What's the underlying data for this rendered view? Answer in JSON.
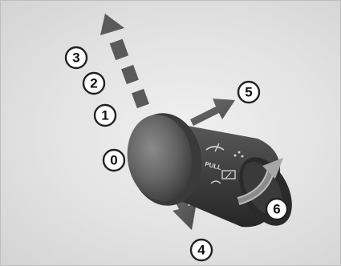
{
  "diagram": {
    "stalk_label": "PULL",
    "callouts": {
      "position_0": "0",
      "position_1": "1",
      "position_2": "2",
      "position_3": "3",
      "push_forward": "4",
      "pull_back": "5",
      "rotate_end": "6"
    },
    "colors": {
      "background": "#e4e4e4",
      "stalk": "#4a4a4a",
      "stalk_dark": "#2e2e2e",
      "knob": "#6a6a6a",
      "arrow": "#5a5a5a",
      "callout_border": "#222222"
    },
    "icons": [
      "wiper-icon",
      "washer-spray-icon",
      "rear-wiper-icon"
    ]
  }
}
